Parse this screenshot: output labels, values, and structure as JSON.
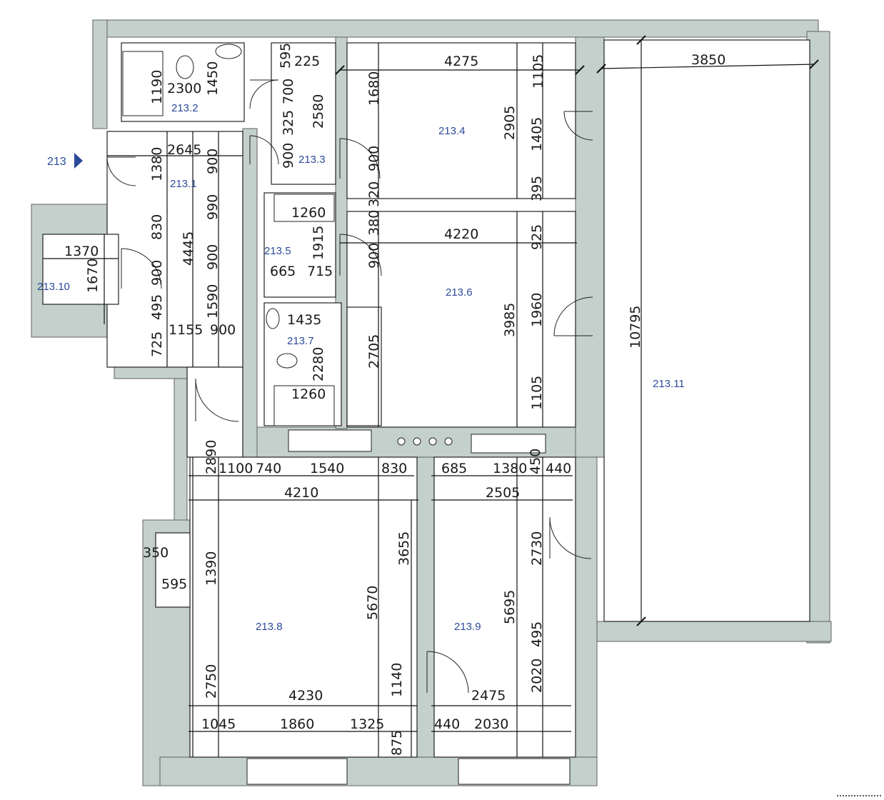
{
  "entrance_label": "213",
  "colors": {
    "wall": "#c3d0cb",
    "room_label": "#2b4a9a",
    "entrance_arrow": "#2b4a9a"
  },
  "rooms": [
    {
      "id": "213.1",
      "label": "213.1"
    },
    {
      "id": "213.2",
      "label": "213.2"
    },
    {
      "id": "213.3",
      "label": "213.3"
    },
    {
      "id": "213.4",
      "label": "213.4"
    },
    {
      "id": "213.5",
      "label": "213.5"
    },
    {
      "id": "213.6",
      "label": "213.6"
    },
    {
      "id": "213.7",
      "label": "213.7"
    },
    {
      "id": "213.8",
      "label": "213.8"
    },
    {
      "id": "213.9",
      "label": "213.9"
    },
    {
      "id": "213.10",
      "label": "213.10"
    },
    {
      "id": "213.11",
      "label": "213.11"
    }
  ],
  "dimensions": {
    "r213_2": [
      "1190",
      "2300",
      "1450"
    ],
    "r213_3": [
      "595",
      "225",
      "700",
      "325",
      "2580",
      "900"
    ],
    "r213_4": [
      "4275",
      "1680",
      "1105",
      "2905",
      "1405",
      "900",
      "395",
      "320"
    ],
    "r213_11": [
      "3850",
      "10795"
    ],
    "r213_1": [
      "2645",
      "1380",
      "900",
      "990",
      "830",
      "4445",
      "900",
      "900",
      "1590",
      "495",
      "1155",
      "900",
      "725"
    ],
    "r213_10": [
      "1370",
      "1670"
    ],
    "r213_5": [
      "1260",
      "1915",
      "665",
      "715"
    ],
    "r213_6": [
      "380",
      "4220",
      "925",
      "900",
      "3985",
      "1960",
      "2705",
      "1105"
    ],
    "r213_7": [
      "1435",
      "2280",
      "1260"
    ],
    "r213_8": [
      "2890",
      "1100",
      "740",
      "1540",
      "830",
      "4210",
      "350",
      "1390",
      "595",
      "3655",
      "5670",
      "2750",
      "4230",
      "1140",
      "1045",
      "1860",
      "1325",
      "875"
    ],
    "r213_9": [
      "685",
      "1380",
      "450",
      "440",
      "2505",
      "2730",
      "5695",
      "495",
      "2020",
      "2475",
      "440",
      "2030"
    ]
  }
}
